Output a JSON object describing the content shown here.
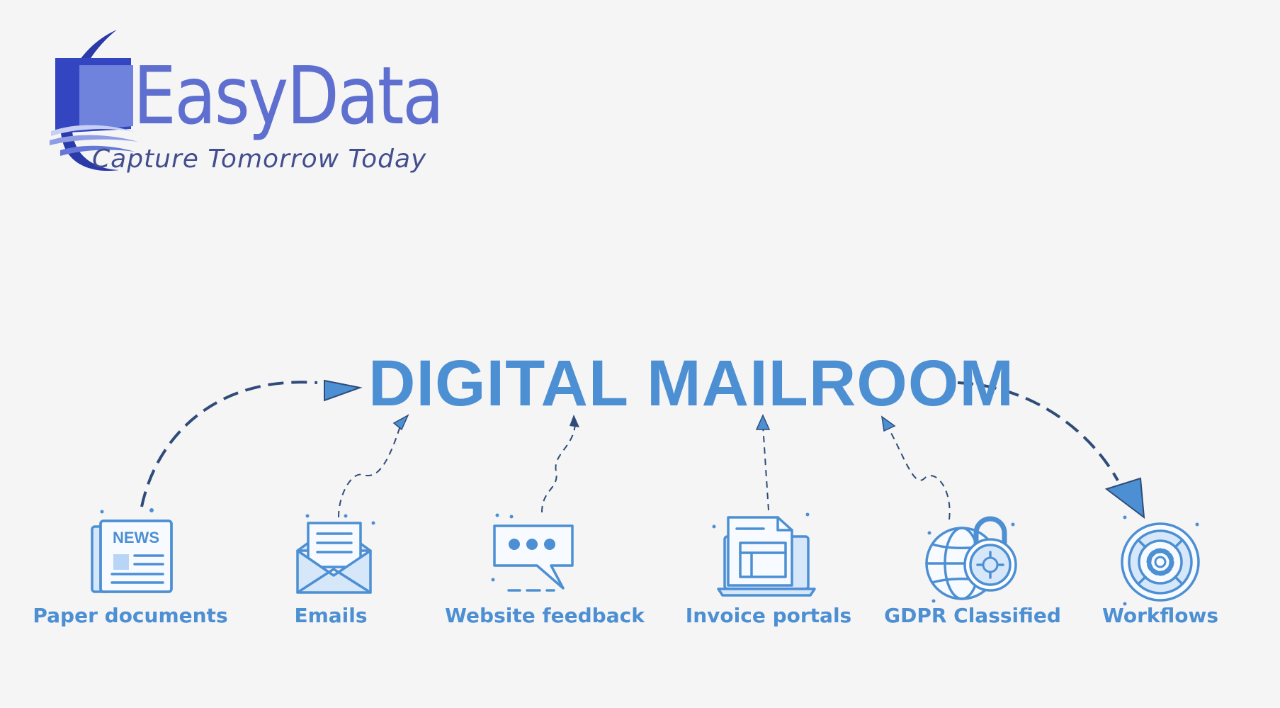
{
  "logo": {
    "brand": "EasyData",
    "tagline": "Capture Tomorrow Today"
  },
  "diagram": {
    "title": "DIGITAL MAILROOM",
    "news_badge_text": "NEWS",
    "sources": [
      {
        "label": "Paper documents",
        "icon": "newspaper-icon"
      },
      {
        "label": "Emails",
        "icon": "envelope-icon"
      },
      {
        "label": "Website feedback",
        "icon": "chat-bubble-icon"
      },
      {
        "label": "Invoice portals",
        "icon": "laptop-document-icon"
      },
      {
        "label": "GDPR Classified",
        "icon": "globe-lock-icon"
      },
      {
        "label": "Workflows",
        "icon": "lifebuoy-gear-icon"
      }
    ]
  },
  "colors": {
    "background": "#f5f5f5",
    "accent_blue": "#4d8fd3",
    "logo_blue": "#5e6fcf",
    "arrow_dark": "#2f4c79",
    "icon_fill": "#d6e7fa"
  }
}
